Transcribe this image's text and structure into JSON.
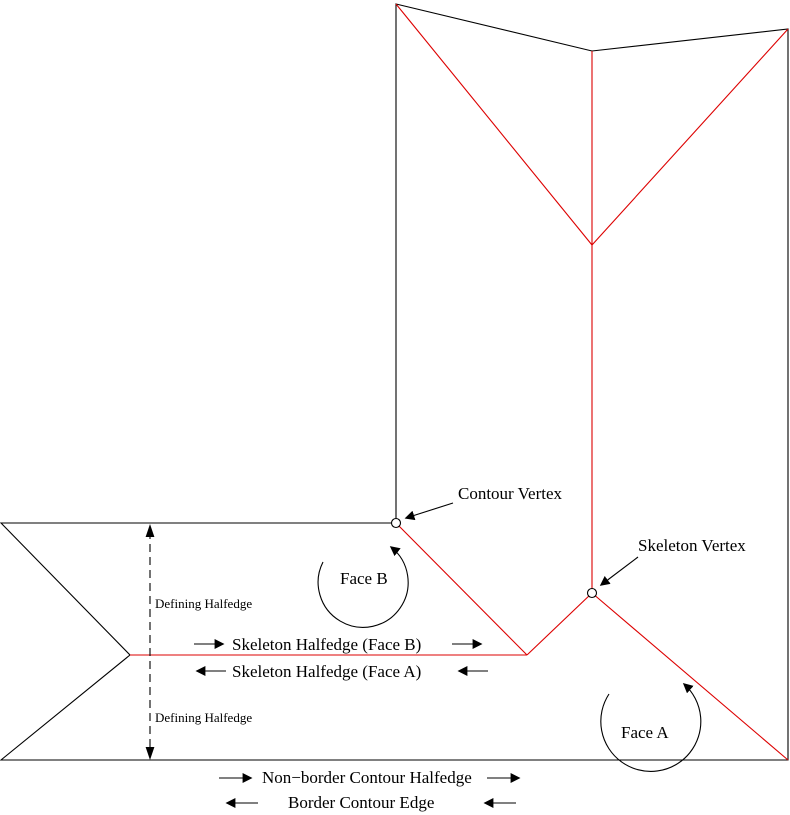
{
  "figure": {
    "labels": {
      "contour_vertex": "Contour Vertex",
      "skeleton_vertex": "Skeleton Vertex",
      "face_b": "Face B",
      "face_a": "Face A",
      "defining_halfedge": "Defining Halfedge",
      "skeleton_halfedge_face_b": "Skeleton Halfedge (Face B)",
      "skeleton_halfedge_face_a": "Skeleton Halfedge (Face A)",
      "non_border_contour_halfedge": "Non−border Contour Halfedge",
      "border_contour_edge": "Border Contour Edge"
    },
    "colors": {
      "contour": "#000000",
      "skeleton": "#dd0000",
      "text": "#000000",
      "background": "#ffffff"
    }
  }
}
